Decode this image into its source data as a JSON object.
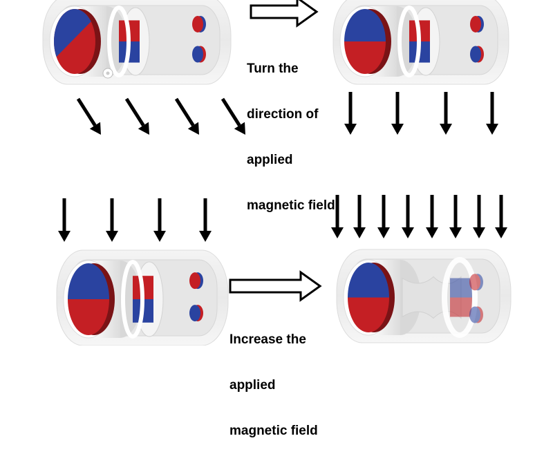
{
  "figure": {
    "colors": {
      "north_pole": "#2a43a0",
      "south_pole": "#c41f24",
      "housing": "#eeeeee",
      "arrow": "#000000"
    },
    "panels": [
      {
        "id": "top-left",
        "state": "tilted applied field",
        "field_arrows": 4,
        "field_direction": "diagonal-down-right"
      },
      {
        "id": "top-right",
        "state": "vertical applied field",
        "field_arrows": 4,
        "field_direction": "down"
      },
      {
        "id": "bottom-left",
        "state": "vertical applied field",
        "field_arrows": 4,
        "field_direction": "down"
      },
      {
        "id": "bottom-right",
        "state": "increased applied field",
        "field_arrows": 8,
        "field_direction": "down"
      }
    ],
    "transitions": [
      {
        "from": "top-left",
        "to": "top-right",
        "lines": [
          "Turn the",
          "direction of",
          "applied",
          "magnetic field"
        ]
      },
      {
        "from": "bottom-left",
        "to": "bottom-right",
        "lines": [
          "Increase the",
          "applied",
          "magnetic field"
        ]
      }
    ]
  }
}
